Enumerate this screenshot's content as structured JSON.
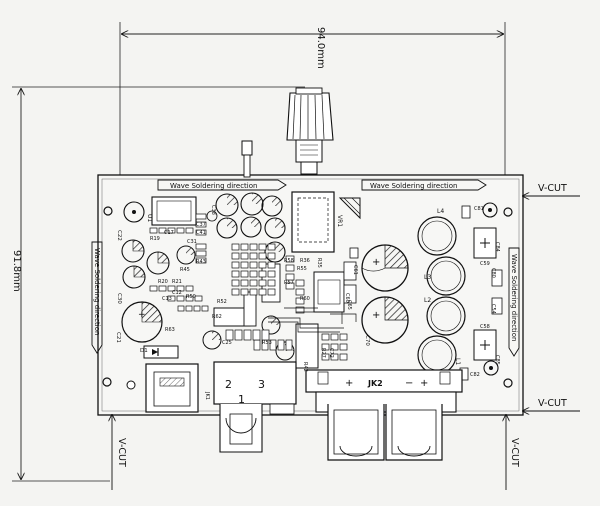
{
  "dimensions": {
    "width_label": "94.0mm",
    "height_label": "91.8mm"
  },
  "cut_labels": [
    "V-CUT",
    "V-CUT",
    "V-CUT",
    "V-CUT"
  ],
  "solder_arrows": {
    "top_left": "Wave Soldering direction",
    "top_right": "Wave Soldering direction",
    "left": "Wave Soldering direction",
    "right": "Wave Soldering direction"
  },
  "connectors": {
    "jk1": "JK1",
    "jk2": "JK2",
    "jk1_pin2": "2",
    "jk1_pin3": "3",
    "jk1_pin1": "1",
    "jk2_minus_l": "−",
    "jk2_plus_l": "+",
    "jk2_minus_r": "−",
    "jk2_plus_r": "+"
  },
  "components": {
    "vr1": "VR1",
    "l4": "L4",
    "l3": "L3",
    "l2": "L2",
    "l1": "L1",
    "u1": "U1",
    "d1": "D1",
    "c21": "C21",
    "c70": "C70",
    "c80": "C80",
    "c58": "C58",
    "c54": "C54",
    "c84": "C84",
    "c85": "C85",
    "c59": "C59",
    "c82": "C82",
    "c81": "C81",
    "r35": "R35",
    "r36": "R36",
    "r58": "R58",
    "r57": "R57",
    "r55": "R55",
    "r63": "R63",
    "r43": "R43",
    "r45": "R45",
    "r62": "R62",
    "r52": "R52",
    "c60": "C60",
    "c61": "C61",
    "c65": "C65",
    "c38": "C38",
    "c30": "C30",
    "c22": "C22",
    "c31": "C31",
    "r20": "R20",
    "r21": "R21",
    "c12": "C12",
    "c13": "C13",
    "r50": "R50",
    "r19": "R19",
    "c17": "C17",
    "c37": "C37",
    "c41": "C41",
    "r27": "R27",
    "c72": "C72",
    "r42": "R42",
    "r53": "R53",
    "c25": "C25",
    "r60": "R60"
  }
}
